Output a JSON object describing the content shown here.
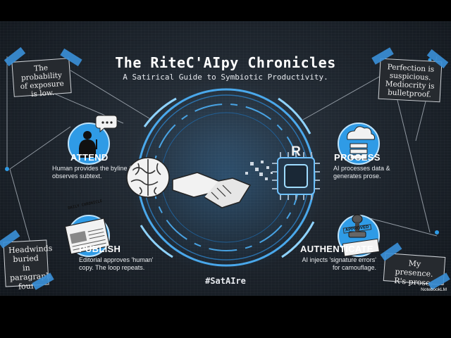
{
  "header": {
    "title": "The RiteC'AIpy Chronicles",
    "subtitle": "A Satirical Guide to Symbiotic Productivity."
  },
  "notes": {
    "top_left": "The probability of exposure is low.",
    "top_right": "Perfection is suspicious. Mediocrity is bulletproof.",
    "bottom_left": "Headwinds buried in paragraph four.",
    "bottom_right": "My presence. R's prose."
  },
  "steps": {
    "attend": {
      "label": "ATTEND",
      "desc": "Human provides the byline & observes subtext."
    },
    "process": {
      "label": "PROCESS",
      "desc": "AI processes data & generates prose."
    },
    "publish": {
      "label": "PUBLISH",
      "desc": "Editorial approves 'human' copy. The loop repeats."
    },
    "authenticate": {
      "label": "AUTHENTICATE",
      "desc": "AI injects 'signature errors' for camouflage."
    }
  },
  "icons": {
    "newspaper_text": "DAILY CHRONICLE",
    "stamp_text": "APPROVED",
    "chip_letter": "R"
  },
  "footer": {
    "hashtag": "#SatAIre",
    "brand": "NotebookLM"
  },
  "colors": {
    "accent": "#2f9be6",
    "ring": "#4fb6ff",
    "tape": "#3a8ed6",
    "background": "#1c232b"
  }
}
